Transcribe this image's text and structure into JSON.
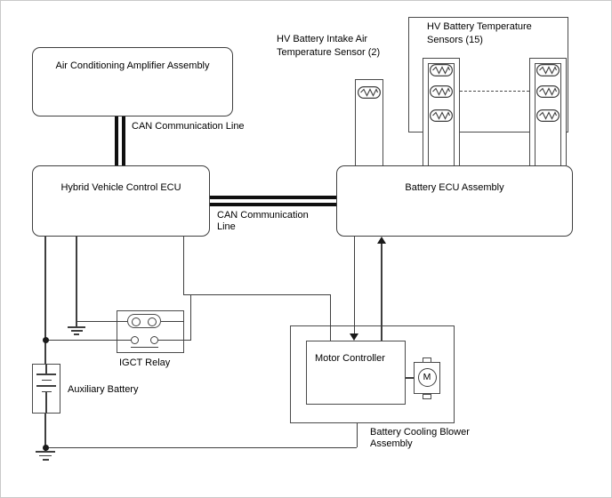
{
  "boxes": {
    "ac_amplifier": "Air Conditioning Amplifier Assembly",
    "hybrid_ecu": "Hybrid Vehicle Control ECU",
    "battery_ecu": "Battery ECU Assembly",
    "motor_controller": "Motor Controller"
  },
  "labels": {
    "can_vertical": "CAN Communication Line",
    "can_horizontal_line1": "CAN Communication",
    "can_horizontal_line2": "Line",
    "intake_sensor_line1": "HV Battery Intake Air",
    "intake_sensor_line2": "Temperature Sensor (2)",
    "temp_sensors_line1": "HV Battery Temperature",
    "temp_sensors_line2": "Sensors (15)",
    "igct_relay": "IGCT Relay",
    "aux_battery": "Auxiliary Battery",
    "blower_line1": "Battery Cooling Blower",
    "blower_line2": "Assembly",
    "motor_letter": "M"
  },
  "colors": {
    "wire": "#3f3f3f",
    "can_bus": "#101010",
    "text": "#000000",
    "background": "#ffffff"
  }
}
